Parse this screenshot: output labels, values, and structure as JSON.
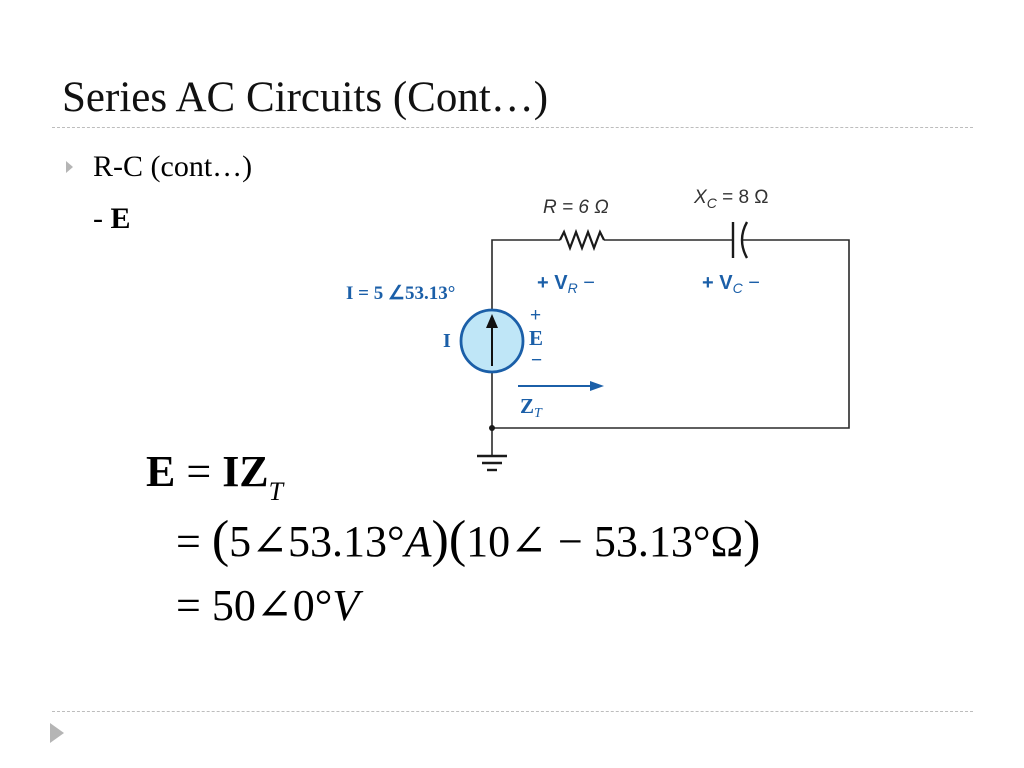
{
  "slide": {
    "title": "Series AC Circuits (Cont…)",
    "bullet": "R-C (cont…)",
    "sub_prefix": "- ",
    "sub_bold": "E"
  },
  "circuit": {
    "resistor_label": "R = 6 Ω",
    "capacitor_label_main": "X",
    "capacitor_label_sub": "C",
    "capacitor_label_rest": " = 8 Ω",
    "vr_label": "+  V",
    "vr_sub": "R",
    "vr_minus": " −",
    "vc_label": "+  V",
    "vc_sub": "C",
    "vc_minus": " −",
    "source_current": "I = 5 ∠53.13°",
    "source_label": "I",
    "e_plus": "+",
    "e_label": "E",
    "e_minus": "−",
    "zt_label": "Z",
    "zt_sub": "T",
    "colors": {
      "blue": "#1b5fa8",
      "source_fill": "#bfe6f7",
      "wire": "#2a2a2a"
    }
  },
  "equations": {
    "eq1_lhs": "E",
    "eq1_eq": " = ",
    "eq1_rhs": "IZ",
    "eq1_sub": "T",
    "eq2_eq": "= ",
    "eq2_open1": "(",
    "eq2_val1": "5∠53.13°",
    "eq2_unit1": "A",
    "eq2_close1": ")",
    "eq2_open2": "(",
    "eq2_val2": "10∠ − 53.13°Ω",
    "eq2_close2": ")",
    "eq3_eq": "= ",
    "eq3_val": "50∠0°",
    "eq3_unit": "V"
  }
}
